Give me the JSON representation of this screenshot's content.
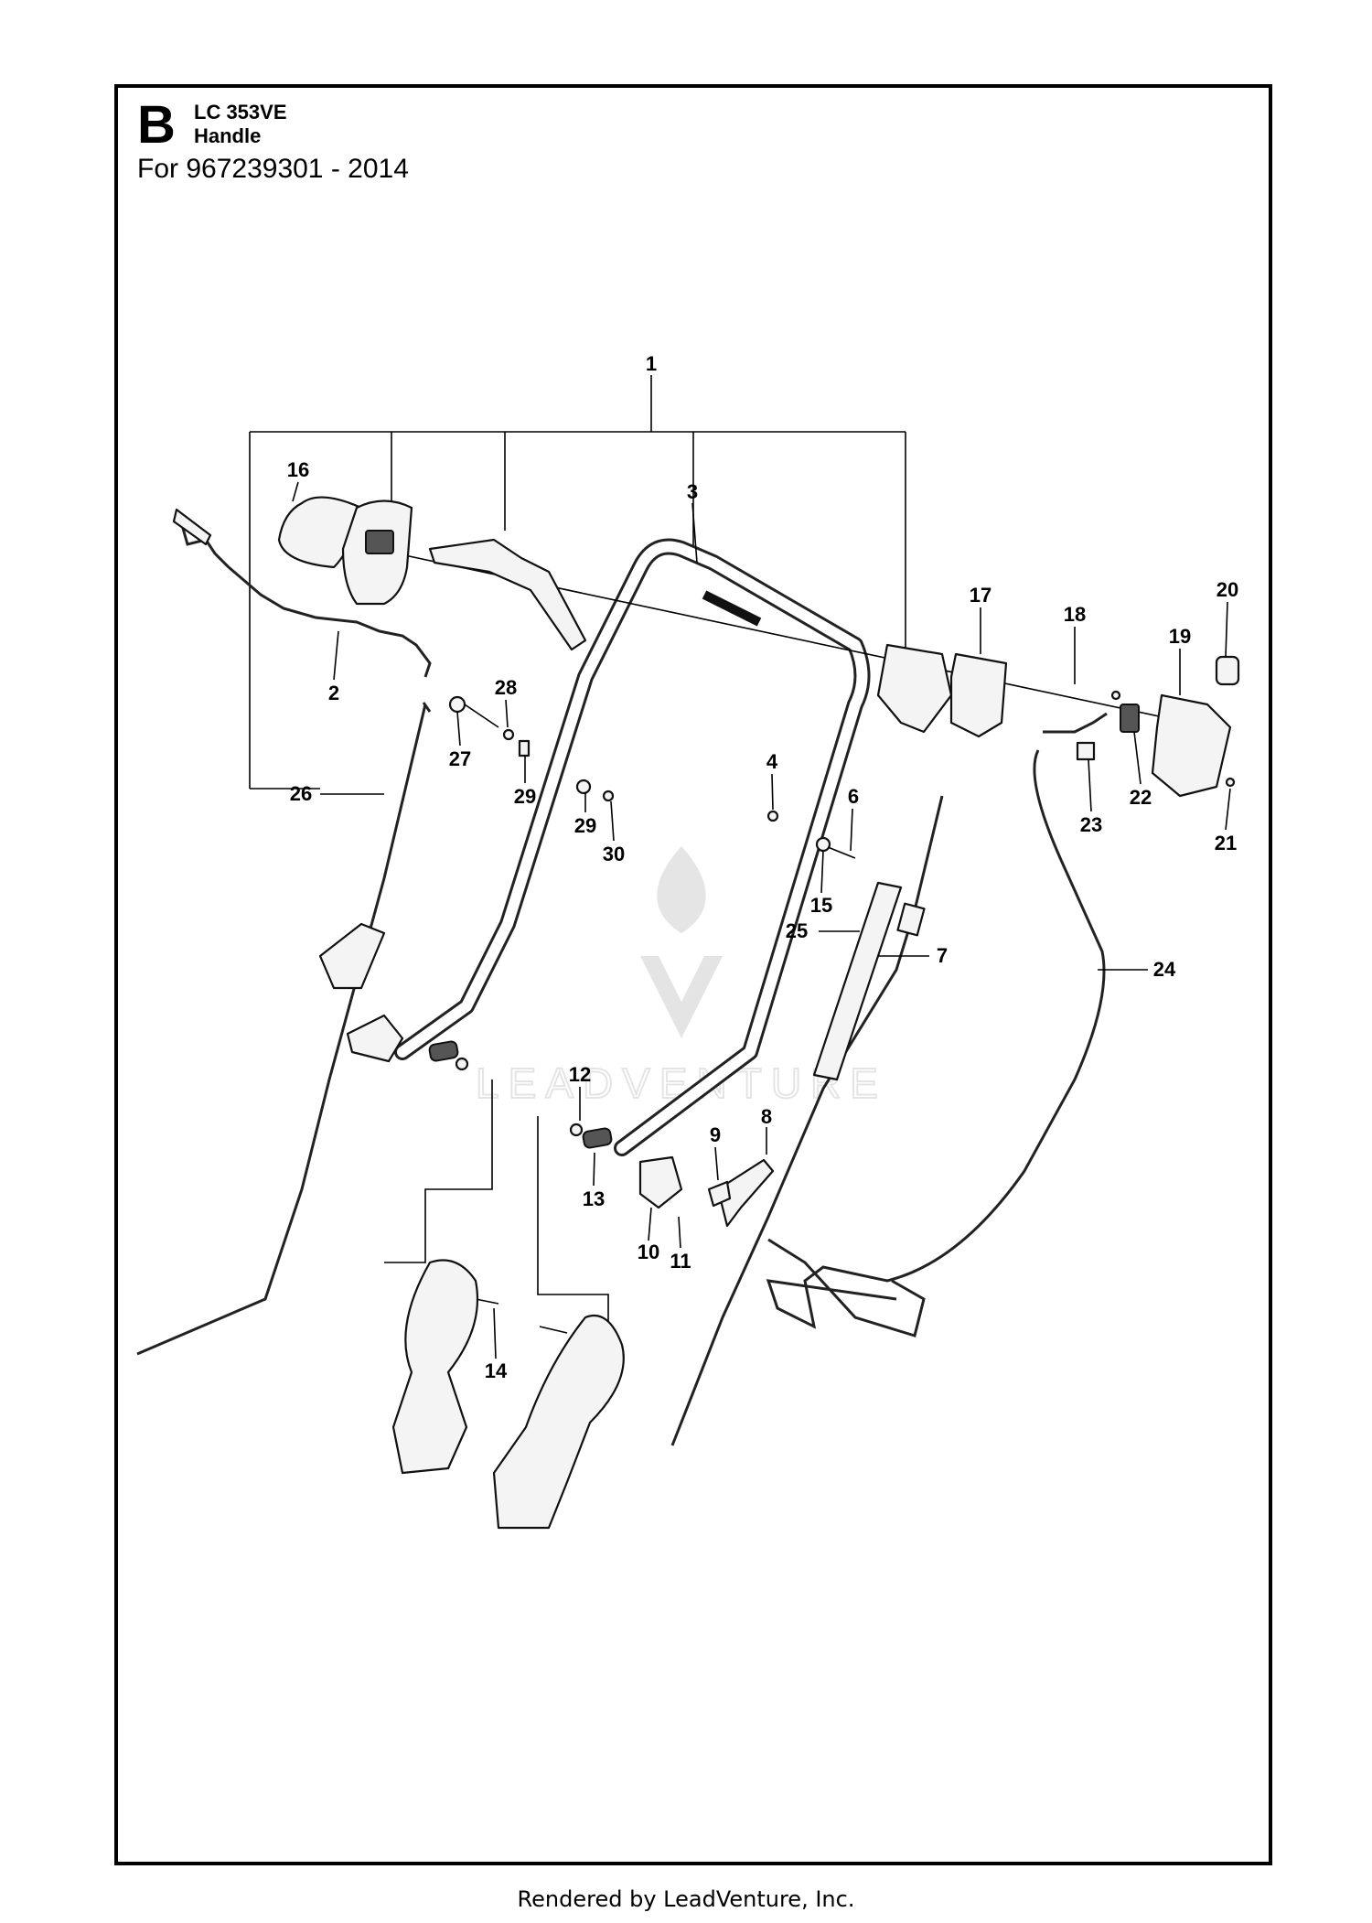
{
  "header": {
    "section_letter": "B",
    "model": "LC 353VE",
    "part_name": "Handle",
    "subtitle": "For 967239301 - 2014"
  },
  "callouts": [
    "1",
    "2",
    "3",
    "4",
    "6",
    "7",
    "8",
    "9",
    "10",
    "11",
    "12",
    "13",
    "14",
    "15",
    "16",
    "17",
    "18",
    "19",
    "20",
    "21",
    "22",
    "23",
    "24",
    "25",
    "26",
    "27",
    "28",
    "29",
    "29",
    "30"
  ],
  "watermark": "LEADVENTURE",
  "footer": "Rendered by LeadVenture, Inc."
}
